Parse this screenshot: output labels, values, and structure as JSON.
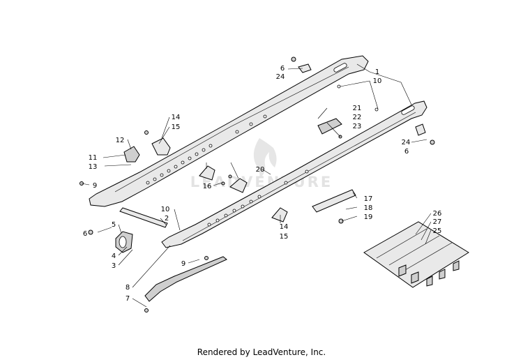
{
  "watermark": {
    "text": "LEADVENTURE"
  },
  "credit": "Rendered by LeadVenture, Inc.",
  "callouts": [
    "1",
    "10",
    "6",
    "24",
    "21",
    "22",
    "23",
    "14",
    "15",
    "12",
    "11",
    "13",
    "9",
    "20",
    "16",
    "24",
    "6",
    "17",
    "18",
    "19",
    "10",
    "2",
    "5",
    "6",
    "4",
    "3",
    "14",
    "15",
    "9",
    "8",
    "7",
    "26",
    "27",
    "25"
  ]
}
